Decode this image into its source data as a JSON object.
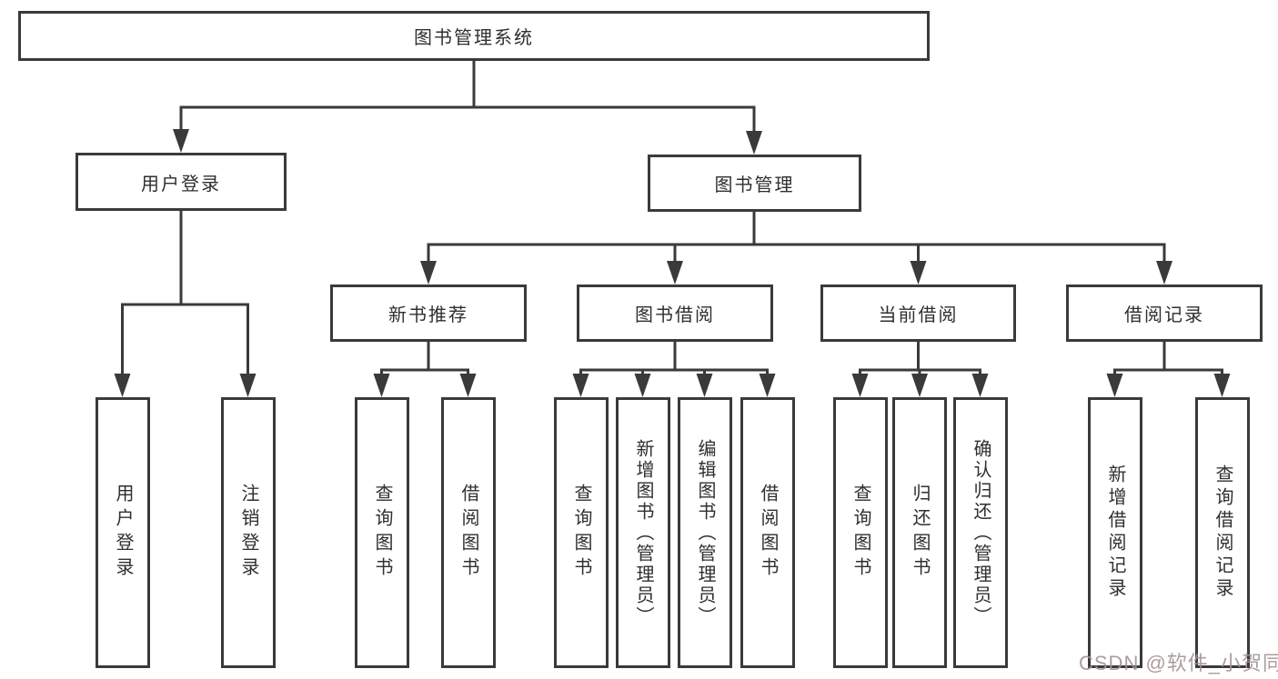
{
  "diagram": {
    "title_node": "图书管理系统",
    "level2": {
      "user_login": "用户登录",
      "book_mgmt": "图书管理"
    },
    "level3": {
      "new_book_rec": "新书推荐",
      "book_borrow": "图书借阅",
      "current_borrow": "当前借阅",
      "borrow_records": "借阅记录"
    },
    "leaves": {
      "user_login": "用户登录",
      "logout": "注销登录",
      "rec_query_books": "查询图书",
      "rec_borrow_books": "借阅图书",
      "bor_query_books": "查询图书",
      "bor_add_books_admin": "新增图书（管理员）",
      "bor_edit_books_admin": "编辑图书（管理员）",
      "bor_borrow_books": "借阅图书",
      "cur_query_books": "查询图书",
      "cur_return_books": "归还图书",
      "cur_confirm_return_admin": "确认归还（管理员）",
      "records_add_record": "新增借阅记录",
      "records_query_record": "查询借阅记录"
    },
    "line_color": "#3a3a3a"
  },
  "watermark": "CSDN @软件_小贺同学"
}
